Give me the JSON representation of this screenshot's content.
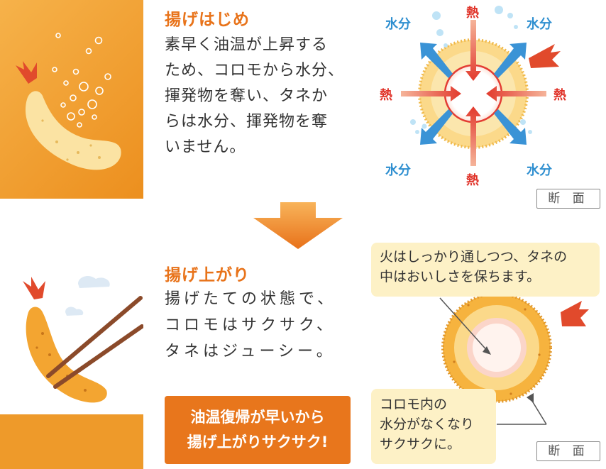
{
  "stage1": {
    "title": "揚げはじめ",
    "body": "素早く油温が上昇する\nため、コロモから水分、\n揮発物を奪い、タネか\nらは水分、揮発物を奪\nいません。"
  },
  "stage2": {
    "title": "揚げ上がり",
    "body": "揚げたての状態で、\nコロモはサクサク、\nタネはジューシー。"
  },
  "callout": "油温復帰が早いから\n揚げ上がりサクサク!",
  "diagram_top": {
    "moisture_label": "水分",
    "heat_label": "熱",
    "section_label": "断 面"
  },
  "diagram_bottom": {
    "note_top": "火はしっかり通しつつ、タネの\n中はおいしさを保ちます。",
    "note_bottom": "コロモ内の\n水分がなくなり\nサクサクに。",
    "section_label": "断 面"
  },
  "colors": {
    "orange_panel": "#ec8f1e",
    "title_orange": "#e8731a",
    "moisture_blue": "#2f8fd0",
    "heat_red": "#e0342a",
    "note_bg": "#fdf1c6"
  }
}
